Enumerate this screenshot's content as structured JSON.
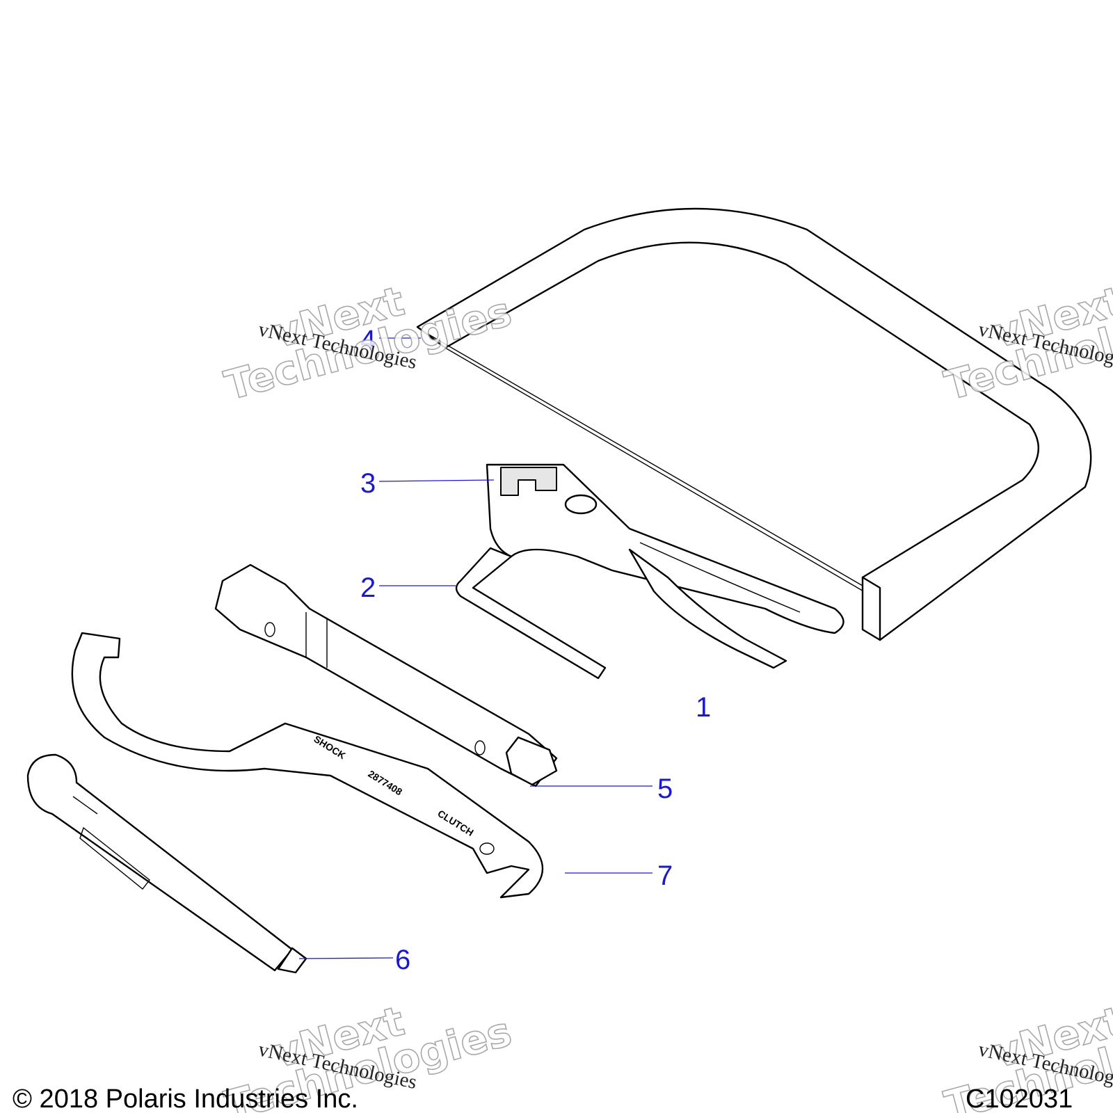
{
  "callouts": [
    "1",
    "2",
    "3",
    "4",
    "5",
    "6",
    "7"
  ],
  "wrench_text": [
    "SHOCK",
    "2877408",
    "CLUTCH"
  ],
  "watermark": {
    "small": "vNext Technologies",
    "big_line1": "vNext",
    "big_line2": "Technologies"
  },
  "footer": {
    "copyright": "© 2018 Polaris Industries Inc.",
    "figure_id": "C102031"
  }
}
